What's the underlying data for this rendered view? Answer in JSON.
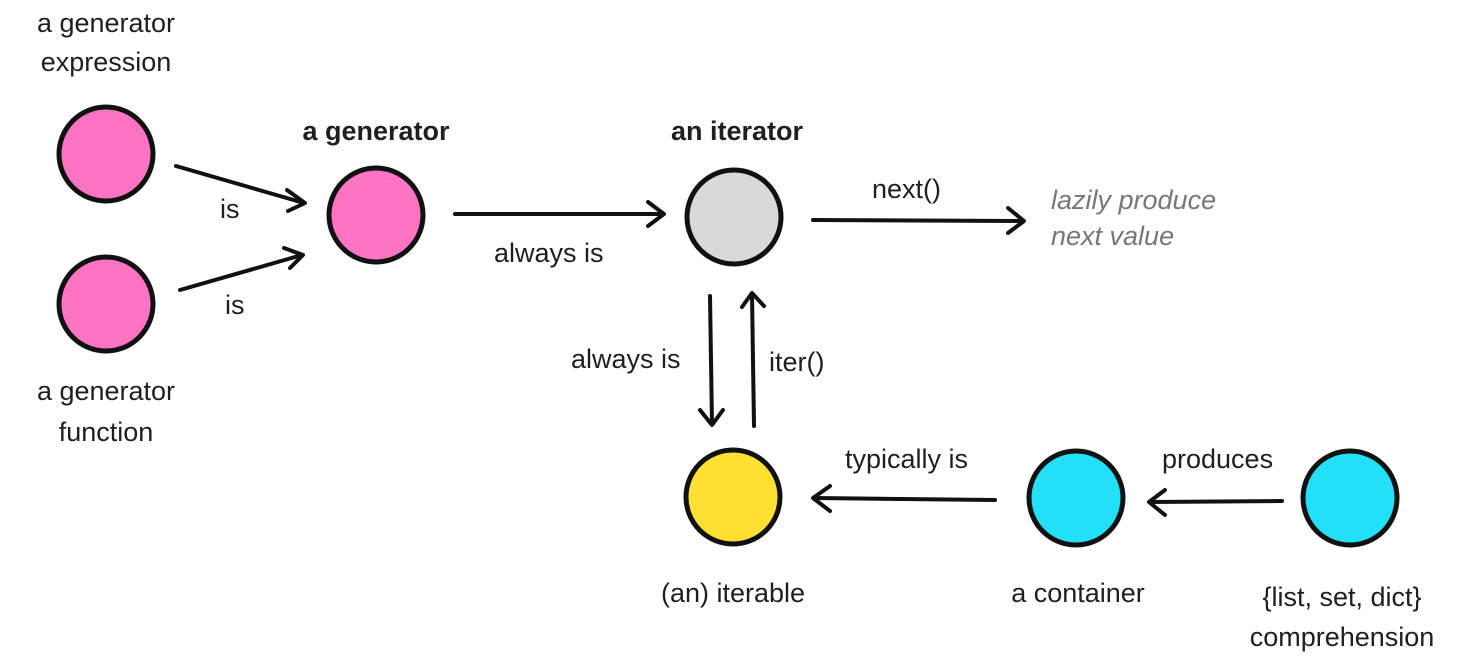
{
  "nodes": {
    "generator_expression": {
      "label_line1": "a generator",
      "label_line2": "expression",
      "color": "#ff73c3"
    },
    "generator_function": {
      "label_line1": "a generator",
      "label_line2": "function",
      "color": "#ff73c3"
    },
    "generator": {
      "label": "a generator",
      "color": "#ff73c3"
    },
    "iterator": {
      "label": "an iterator",
      "color": "#d9d9d9"
    },
    "iterable": {
      "label": "(an) iterable",
      "color": "#ffe033"
    },
    "container": {
      "label": "a container",
      "color": "#22e0f7"
    },
    "comprehension": {
      "label_line1": "{list, set, dict}",
      "label_line2": "comprehension",
      "color": "#22e0f7"
    }
  },
  "edges": {
    "expr_is": "is",
    "func_is": "is",
    "gen_always_is": "always is",
    "next_call": "next()",
    "iter_always_is": "always is",
    "iter_call": "iter()",
    "typically_is": "typically is",
    "produces": "produces"
  },
  "result": {
    "line1": "lazily produce",
    "line2": "next value"
  }
}
